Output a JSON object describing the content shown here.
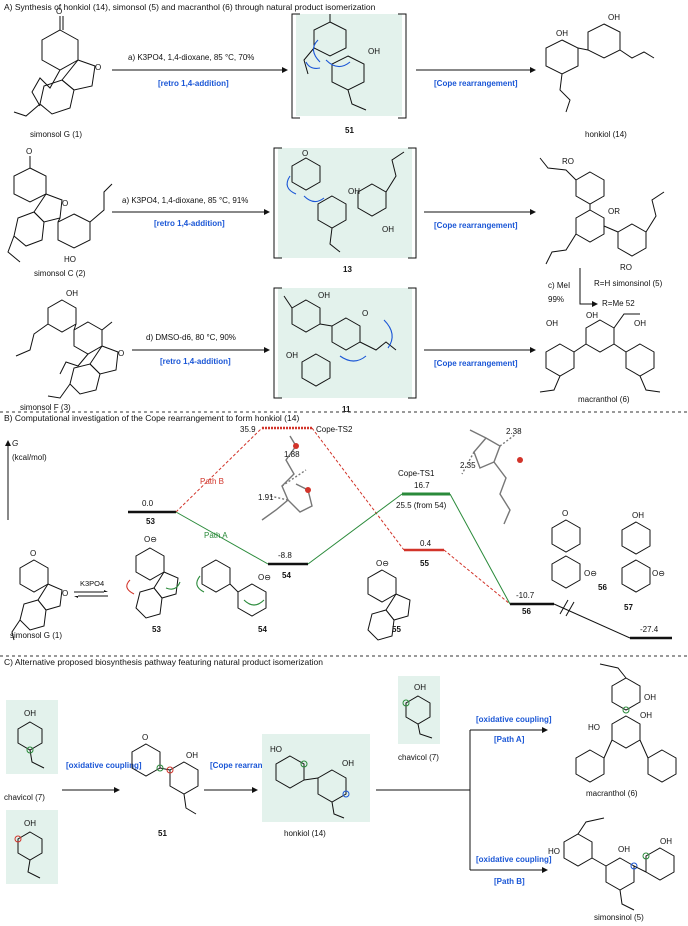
{
  "section_a": {
    "title": "A) Synthesis of honkiol (14), simonsol (5) and macranthol (6) through natural product isomerization",
    "row1": {
      "start": "simonsol G (1)",
      "conditions": "a) K3PO4, 1,4-dioxane, 85 °C, 70%",
      "step": "[retro 1,4-addition]",
      "intermediate": "51",
      "step2": "[Cope rearrangement]",
      "product": "honkiol (14)"
    },
    "row2": {
      "start": "simonsol C (2)",
      "conditions": "a) K3PO4, 1,4-dioxane, 85 °C, 91%",
      "step": "[retro 1,4-addition]",
      "intermediate": "13",
      "step2": "[Cope rearrangement]",
      "product1": "R=H simonsinol (5)",
      "product2": "R=Me 52",
      "mei": "c) MeI",
      "yield": "99%",
      "ro": "RO",
      "or": "OR"
    },
    "row3": {
      "start": "simonsol F (3)",
      "conditions": "d) DMSO-d6, 80 °C, 90%",
      "step": "[retro 1,4-addition]",
      "intermediate": "11",
      "step2": "[Cope rearrangement]",
      "product": "macranthol (6)"
    }
  },
  "section_b": {
    "title": "B) Computational investigation of the Cope rearrangement to form honkiol (14)",
    "y_label_g": "G",
    "y_unit": "(kcal/mol)",
    "path_b": "Path B",
    "path_a": "Path A",
    "ts2_label": "Cope-TS2",
    "ts2_value": "35.9",
    "ts1_label": "Cope-TS1",
    "ts1_value": "16.7",
    "ts1_note": "25.5 (from 54)",
    "e53": "0.0",
    "n53": "53",
    "e54": "-8.8",
    "n54": "54",
    "e55": "0.4",
    "n55": "55",
    "e56": "-10.7",
    "n56": "56",
    "e57": "-27.4",
    "d188": "1.88",
    "d191": "1.91",
    "d238": "2.38",
    "d235": "2.35",
    "start": "simonsol G (1)",
    "reagent": "K3PO4",
    "s53": "53",
    "s54": "54",
    "s55": "55",
    "s56": "56",
    "s57": "57"
  },
  "section_c": {
    "title": "C) Alternative proposed biosynthesis pathway featuring natural product isomerization",
    "chavicol_left": "chavicol (7)",
    "ox1": "[oxidative coupling]",
    "int51": "51",
    "cope": "[Cope rearrangement]",
    "honkiol": "honkiol (14)",
    "chavicol_right": "chavicol (7)",
    "pathA": "[oxidative coupling]",
    "pathA2": "[Path A]",
    "macranthol": "macranthol (6)",
    "pathB": "[oxidative coupling]",
    "pathB2": "[Path B]",
    "simonsinol": "simonsinol (5)"
  }
}
